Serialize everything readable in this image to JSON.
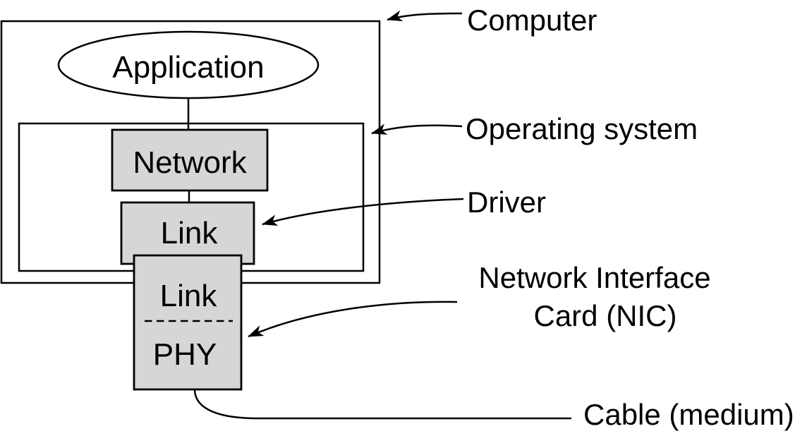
{
  "figure": {
    "type": "network-stack-diagram",
    "nodes": {
      "application": "Application",
      "network": "Network",
      "driver_link": "Link",
      "nic_link": "Link",
      "nic_phy": "PHY"
    },
    "callouts": {
      "computer": "Computer",
      "operating_system": "Operating system",
      "driver": "Driver",
      "nic_line1": "Network Interface",
      "nic_line2": "Card (NIC)",
      "cable": "Cable (medium)"
    },
    "colors": {
      "box_fill": "#d6d6d6",
      "line": "#000000",
      "background": "#ffffff"
    }
  }
}
